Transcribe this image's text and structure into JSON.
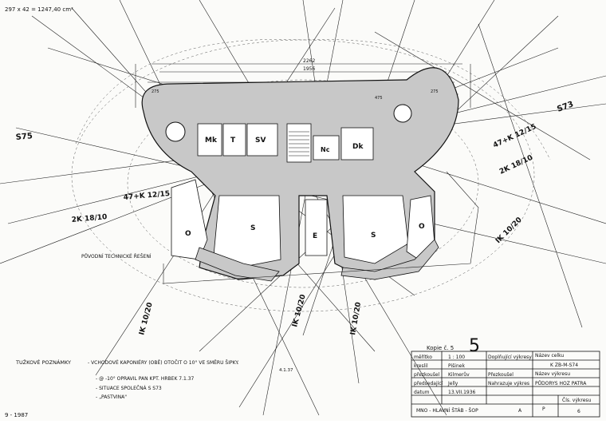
{
  "header": {
    "area_note": "297 x 42 = 1247,40 cm²"
  },
  "date_note": "9 - 1987",
  "room_labels": [
    "Mk",
    "T",
    "SV",
    "Nc",
    "Dk",
    "O",
    "S",
    "E",
    "S",
    "O"
  ],
  "dimension_labels": [
    "2262",
    "1956",
    "275",
    "275",
    "475"
  ],
  "reference_labels": [
    {
      "text": "S75",
      "data_name": "label-s75-left"
    },
    {
      "text": "S73",
      "data_name": "label-s73-right"
    },
    {
      "text": "47+K 12/15",
      "data_name": "label-47k-left"
    },
    {
      "text": "47+K 12/15",
      "data_name": "label-47k-right"
    },
    {
      "text": "2K 18/10",
      "data_name": "label-2k-left"
    },
    {
      "text": "2K 18/10",
      "data_name": "label-2k-right"
    },
    {
      "text": "IK 10/20",
      "data_name": "label-ik-right"
    },
    {
      "text": "IK 10/20",
      "data_name": "label-ik-left"
    },
    {
      "text": "IK 10/20",
      "data_name": "label-ik-center"
    },
    {
      "text": "IK 10/20",
      "data_name": "label-ik-center2"
    },
    {
      "text": "PŮVODNÍ TECHNICKÉ ŘEŠENÍ",
      "data_name": "note-original-solution"
    }
  ],
  "notes": {
    "heading": "TUŽKOVÉ POZNÁMKY",
    "line1": "- VCHODOVÉ KAPONIÉRY (OBĚ) OTOČIT O 10° VE SMĚRU ŠIPKY.",
    "line1_date": "4.1.37",
    "line2": "- @ -10° OPRAVIL PAN KPT. HRBEK   7.1.37",
    "line3": "- SITUACE SPOLEČNÁ S S73",
    "line4": "- „PASTVINA\""
  },
  "stamp": {
    "label": "Kopie č. 5",
    "number": "5"
  },
  "title_block": {
    "rows": [
      {
        "left_label": "měřítko",
        "left_value": "1 : 100",
        "mid_label": "Doplňující výkresy",
        "right_label": "Název celku",
        "right_value": "K  ZB-M-S74"
      },
      {
        "left_label": "kreslil",
        "left_value": "Pišinek",
        "mid_label": "",
        "right_label": "",
        "right_value": ""
      },
      {
        "left_label": "přezkoušel",
        "left_value": "Kilmerův",
        "mid_label": "Přezkoušel",
        "right_label": "Název výkresu",
        "right_value": "PŮDORYS  HOZ PATRA"
      },
      {
        "left_label": "předsedající",
        "left_value": "Jelly",
        "mid_label": "Nahrazuje výkres",
        "right_label": "",
        "right_value": ""
      },
      {
        "left_label": "datum",
        "left_value": "13.VII.1936",
        "mid_label": "",
        "right_label": "",
        "right_value": ""
      }
    ],
    "office": "MNO - HLAVNÍ ŠTÁB - ŠOP",
    "letter_a": "A",
    "letter_p": "P",
    "sheet_label": "Čís. výkresu",
    "sheet_number": "6"
  }
}
